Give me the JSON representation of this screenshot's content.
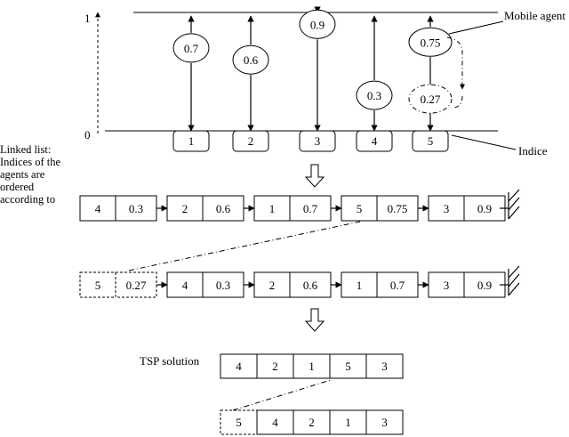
{
  "axis": {
    "top_label": "1",
    "bottom_label": "0"
  },
  "annotations": {
    "mobile_agent": "Mobile agent",
    "indice": "Indice"
  },
  "indices": [
    "1",
    "2",
    "3",
    "4",
    "5"
  ],
  "agents": [
    {
      "index": "1",
      "value": "0.7",
      "level": 0.7,
      "dashed": false
    },
    {
      "index": "2",
      "value": "0.6",
      "level": 0.6,
      "dashed": false
    },
    {
      "index": "3",
      "value": "0.9",
      "level": 0.9,
      "dashed": false
    },
    {
      "index": "4",
      "value": "0.3",
      "level": 0.3,
      "dashed": false
    },
    {
      "index": "5",
      "value": "0.75",
      "level": 0.75,
      "dashed": false
    },
    {
      "index": "5",
      "value": "0.27",
      "level": 0.27,
      "dashed": true
    }
  ],
  "linked_list_note": [
    "Linked list:",
    "Indices of the",
    "agents are",
    "ordered",
    "according to"
  ],
  "linked_list_before": [
    {
      "index": "4",
      "value": "0.3"
    },
    {
      "index": "2",
      "value": "0.6"
    },
    {
      "index": "1",
      "value": "0.7"
    },
    {
      "index": "5",
      "value": "0.75"
    },
    {
      "index": "3",
      "value": "0.9"
    }
  ],
  "linked_list_after": [
    {
      "index": "5",
      "value": "0.27",
      "dashed": true
    },
    {
      "index": "4",
      "value": "0.3"
    },
    {
      "index": "2",
      "value": "0.6"
    },
    {
      "index": "1",
      "value": "0.7"
    },
    {
      "index": "3",
      "value": "0.9"
    }
  ],
  "tsp": {
    "label": "TSP solution",
    "before": [
      "4",
      "2",
      "1",
      "5",
      "3"
    ],
    "after": [
      "5",
      "4",
      "2",
      "1",
      "3"
    ]
  }
}
